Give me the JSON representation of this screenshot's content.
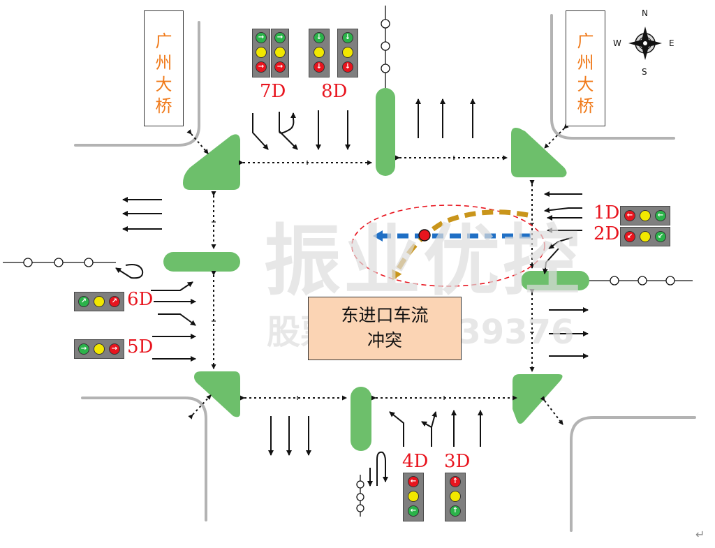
{
  "colors": {
    "island": "#6dbf6b",
    "road": "#b3b3b3",
    "signal_red": "#e8141e",
    "signal_yellow": "#f2e800",
    "signal_green": "#2bb34a",
    "bridge_text": "#f07a1a",
    "conflict_box": "#fbd4b4",
    "path_blue": "#1f6fc5",
    "path_gold": "#b8860b"
  },
  "bridge_left": [
    "广",
    "州",
    "大",
    "桥"
  ],
  "bridge_right": [
    "广",
    "州",
    "大",
    "桥"
  ],
  "compass": {
    "n": "N",
    "s": "S",
    "e": "E",
    "w": "W"
  },
  "phase_labels": {
    "p1": "1D",
    "p2": "2D",
    "p3": "3D",
    "p4": "4D",
    "p5": "5D",
    "p6": "6D",
    "p7": "7D",
    "p8": "8D"
  },
  "conflict_box": {
    "line1": "东进口车流",
    "line2": "冲突"
  },
  "watermark": {
    "main": "振业优控",
    "sub": "股票代码：839376"
  },
  "return_symbol": "↵",
  "icons": [
    "compass-icon",
    "traffic-signal-icon",
    "arrow-icon",
    "pedestrian-crossing-icon",
    "detector-icon"
  ]
}
